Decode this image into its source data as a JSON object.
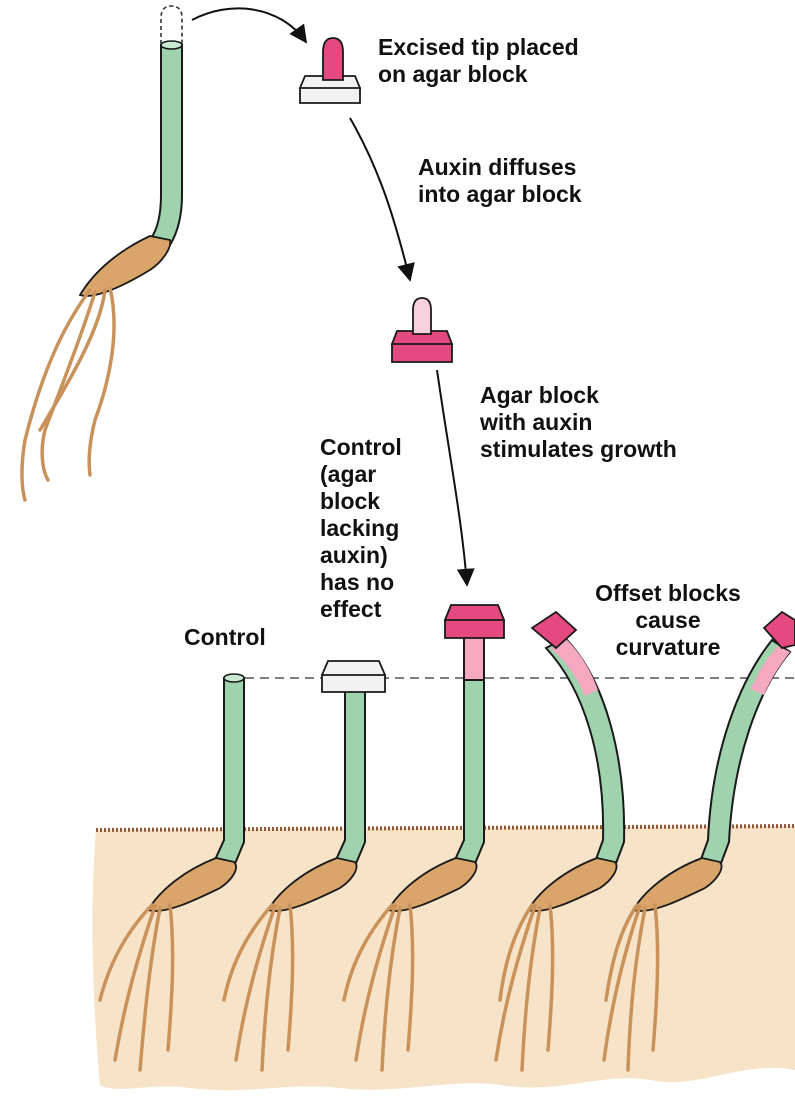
{
  "labels": {
    "excised": [
      "Excised tip placed",
      "on agar block"
    ],
    "diffuses": [
      "Auxin diffuses",
      "into agar block"
    ],
    "stimulates": [
      "Agar block",
      "with auxin",
      "stimulates growth"
    ],
    "control_note": [
      "Control",
      "(agar",
      "block",
      "lacking",
      "auxin)",
      "has no",
      "effect"
    ],
    "control": [
      "Control"
    ],
    "offset": [
      "Offset blocks",
      "cause",
      "curvature"
    ]
  },
  "colors": {
    "stem": "#9fd3ae",
    "stem_outline": "#1a1a1a",
    "agar_auxin": "#e4497f",
    "auxin_light": "#f4a9c1",
    "agar_plain": "#f2f2f2",
    "seed": "#d9a56a",
    "root": "#c9925b",
    "soil": "#f6e3c8",
    "soil_surface": "#8a5a3a"
  }
}
